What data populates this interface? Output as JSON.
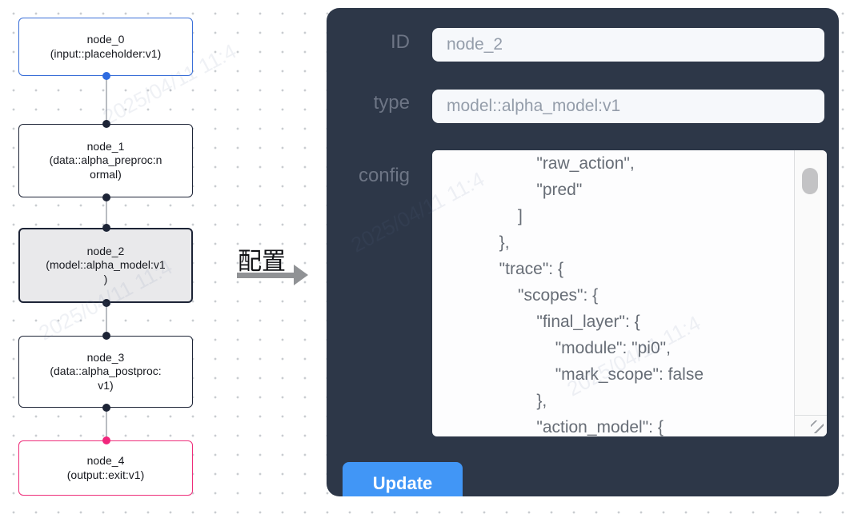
{
  "flow": {
    "nodes": [
      {
        "id": "node_0",
        "lines": [
          "node_0",
          "(input::placeholder:v1)"
        ]
      },
      {
        "id": "node_1",
        "lines": [
          "node_1",
          "(data::alpha_preproc:n",
          "ormal)"
        ]
      },
      {
        "id": "node_2",
        "lines": [
          "node_2",
          "(model::alpha_model:v1",
          ")"
        ]
      },
      {
        "id": "node_3",
        "lines": [
          "node_3",
          "(data::alpha_postproc:",
          "v1)"
        ]
      },
      {
        "id": "node_4",
        "lines": [
          "node_4",
          "(output::exit:v1)"
        ]
      }
    ],
    "colors": {
      "input_node_border": "#3a6fd8",
      "default_node_border": "#1d2436",
      "selected_node_fill": "#e9e9eb",
      "output_node_border": "#ee2d7a",
      "edge": "#b9bcc2",
      "port_blue": "#2e6be0",
      "port_dark": "#1d2436",
      "port_pink": "#f1267c"
    }
  },
  "arrow": {
    "label": "配置"
  },
  "panel": {
    "bg": "#2d3748",
    "accent": "#4196f6",
    "fields": [
      {
        "label": "ID",
        "value": "node_2"
      },
      {
        "label": "type",
        "value": "model::alpha_model:v1"
      },
      {
        "label": "config"
      }
    ],
    "config_lines": [
      "                      \"raw_action\",",
      "                      \"pred\"",
      "                  ]",
      "              },",
      "              \"trace\": {",
      "                  \"scopes\": {",
      "                      \"final_layer\": {",
      "                          \"module\": \"pi0\",",
      "                          \"mark_scope\": false",
      "                      },",
      "                      \"action_model\": {"
    ],
    "update_label": "Update"
  },
  "watermark": {
    "text": "2025/04/11 11:4"
  }
}
